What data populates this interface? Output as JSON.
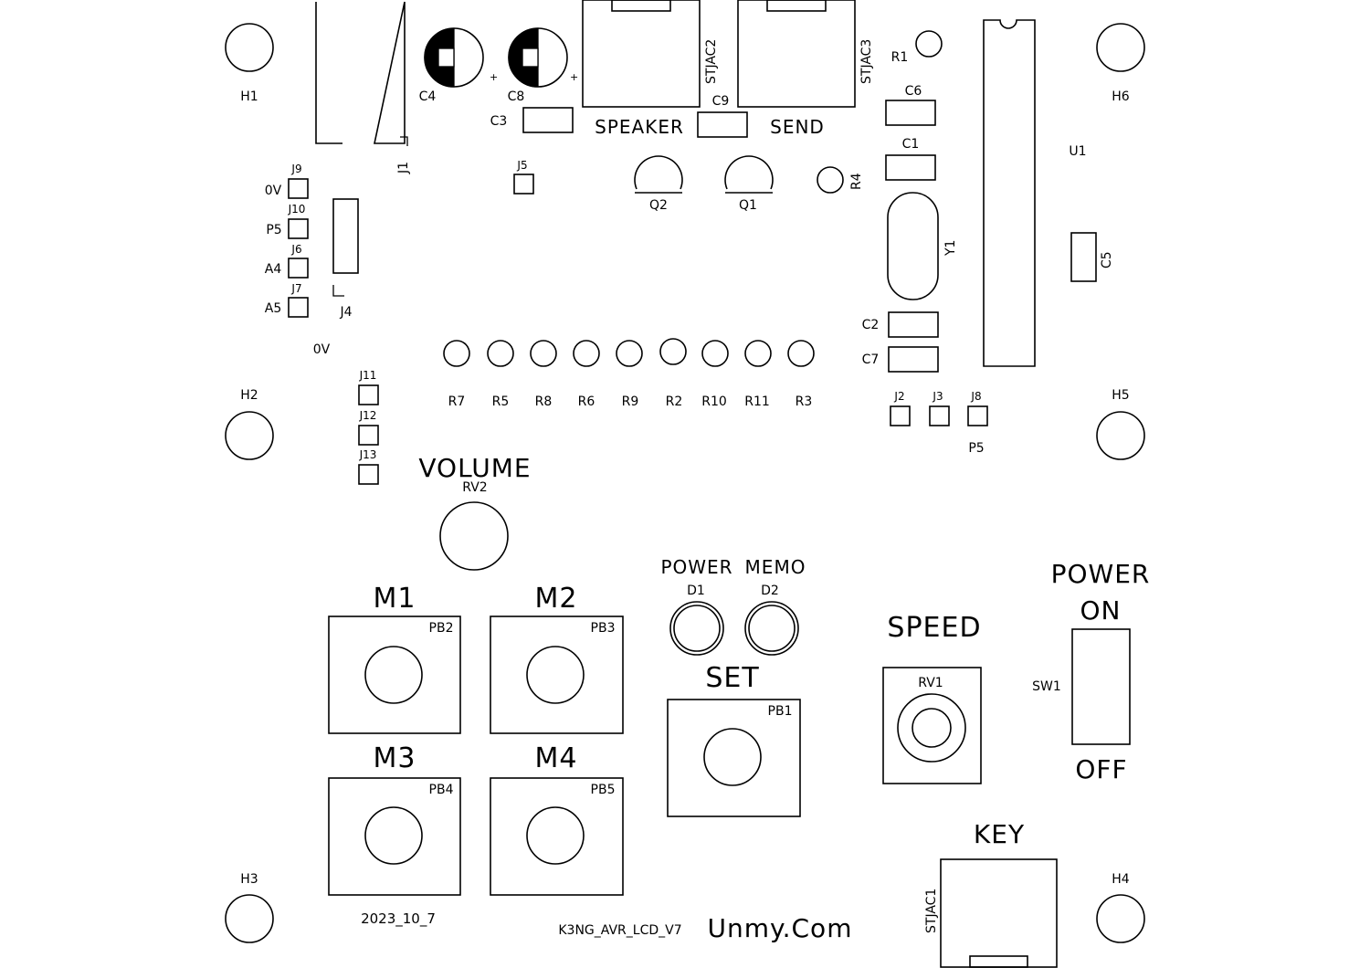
{
  "mounting_holes": [
    {
      "ref": "H1"
    },
    {
      "ref": "H2"
    },
    {
      "ref": "H3"
    },
    {
      "ref": "H4"
    },
    {
      "ref": "H5"
    },
    {
      "ref": "H6"
    }
  ],
  "connectors": {
    "j1": "J1",
    "j4": "J4",
    "j5": "J5",
    "pins_left": [
      {
        "ref": "J9",
        "net": "0V"
      },
      {
        "ref": "J10",
        "net": "P5"
      },
      {
        "ref": "J6",
        "net": "A4"
      },
      {
        "ref": "J7",
        "net": "A5"
      }
    ],
    "zero_v_label": "0V",
    "pins_lower": [
      "J11",
      "J12",
      "J13"
    ],
    "pins_right": [
      "J2",
      "J3",
      "J8"
    ],
    "pins_right_net": "P5"
  },
  "jacks": {
    "speaker_ref": "STJAC2",
    "speaker_label": "SPEAKER",
    "send_ref": "STJAC3",
    "send_label": "SEND",
    "key_ref": "STJAC1",
    "key_label": "KEY"
  },
  "capacitors": {
    "c4": "C4",
    "c8": "C8",
    "c3": "C3",
    "c9": "C9",
    "c6": "C6",
    "c1": "C1",
    "c2": "C2",
    "c7": "C7",
    "c5": "C5",
    "polarity": "+"
  },
  "transistors": [
    "Q2",
    "Q1"
  ],
  "resistors": {
    "r1": "R1",
    "r4": "R4",
    "row": [
      "R7",
      "R5",
      "R8",
      "R6",
      "R9",
      "R2",
      "R10",
      "R11",
      "R3"
    ]
  },
  "ic": {
    "ref": "U1"
  },
  "crystal": {
    "ref": "Y1"
  },
  "volume": {
    "label": "VOLUME",
    "ref": "RV2"
  },
  "memory_buttons": [
    {
      "label": "M1",
      "ref": "PB2"
    },
    {
      "label": "M2",
      "ref": "PB3"
    },
    {
      "label": "M3",
      "ref": "PB4"
    },
    {
      "label": "M4",
      "ref": "PB5"
    }
  ],
  "leds": [
    {
      "label": "POWER",
      "ref": "D1"
    },
    {
      "label": "MEMO",
      "ref": "D2"
    }
  ],
  "set_button": {
    "label": "SET",
    "ref": "PB1"
  },
  "speed": {
    "label": "SPEED",
    "ref": "RV1"
  },
  "power_switch": {
    "label_line1": "POWER",
    "label_line2": "ON",
    "ref": "SW1",
    "off_label": "OFF"
  },
  "footer": {
    "date": "2023_10_7",
    "project": "K3NG_AVR_LCD_V7",
    "brand": "Unmy.Com"
  }
}
